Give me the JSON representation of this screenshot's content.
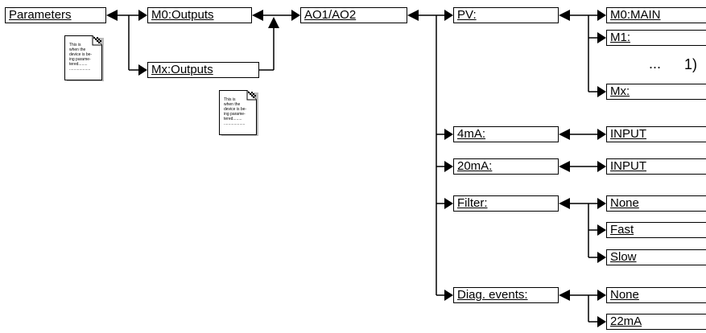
{
  "menu": {
    "parameters": "Parameters",
    "m0_outputs": "M0:Outputs",
    "mx_outputs": "Mx:Outputs",
    "ao1_ao2": "AO1/AO2",
    "pv": "PV:",
    "pv_m0_main": "M0:MAIN",
    "pv_m1": "M1:",
    "pv_mx": "Mx:",
    "ellipsis": "...",
    "footnote": "1)",
    "ma4": "4mA:",
    "ma4_input": "INPUT",
    "ma20": "20mA:",
    "ma20_input": "INPUT",
    "filter": "Filter:",
    "filter_none": "None",
    "filter_fast": "Fast",
    "filter_slow": "Slow",
    "diag_events": "Diag. events:",
    "diag_none": "None",
    "diag_22ma": "22mA"
  },
  "doc_note": {
    "text": "This is\nwhen the\ndevice is be-\ning parame-\ntered........\n..................."
  }
}
